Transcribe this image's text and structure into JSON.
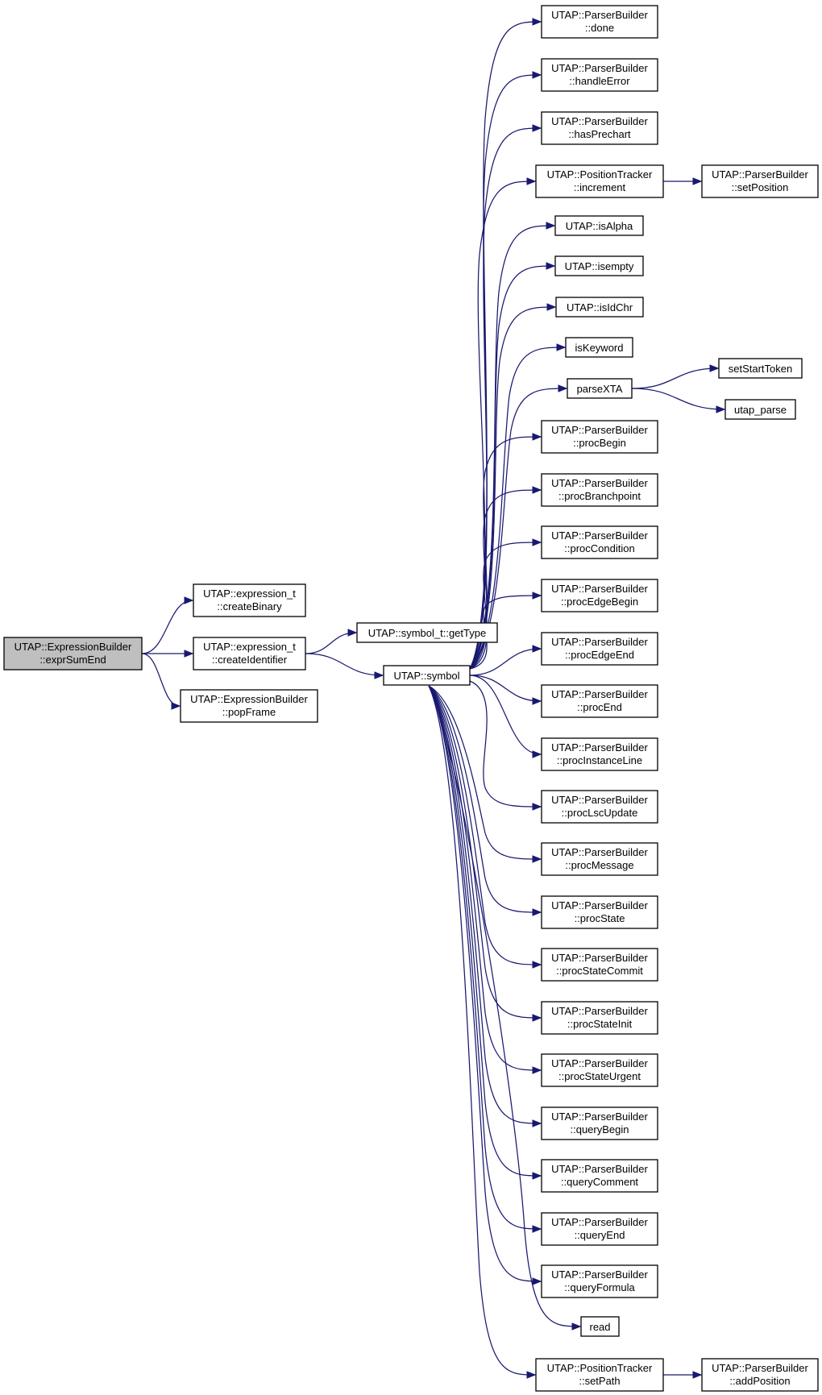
{
  "nodes": {
    "exprSumEnd": [
      "UTAP::ExpressionBuilder",
      "::exprSumEnd"
    ],
    "createBinary": [
      "UTAP::expression_t",
      "::createBinary"
    ],
    "createIdentifier": [
      "UTAP::expression_t",
      "::createIdentifier"
    ],
    "popFrame": [
      "UTAP::ExpressionBuilder",
      "::popFrame"
    ],
    "getType": [
      "UTAP::symbol_t::getType"
    ],
    "symbol": [
      "UTAP::symbol"
    ],
    "done": [
      "UTAP::ParserBuilder",
      "::done"
    ],
    "handleError": [
      "UTAP::ParserBuilder",
      "::handleError"
    ],
    "hasPrechart": [
      "UTAP::ParserBuilder",
      "::hasPrechart"
    ],
    "increment": [
      "UTAP::PositionTracker",
      "::increment"
    ],
    "setPosition": [
      "UTAP::ParserBuilder",
      "::setPosition"
    ],
    "isAlpha": [
      "UTAP::isAlpha"
    ],
    "isempty": [
      "UTAP::isempty"
    ],
    "isIdChr": [
      "UTAP::isIdChr"
    ],
    "isKeyword": [
      "isKeyword"
    ],
    "parseXTA": [
      "parseXTA"
    ],
    "setStartToken": [
      "setStartToken"
    ],
    "utap_parse": [
      "utap_parse"
    ],
    "procBegin": [
      "UTAP::ParserBuilder",
      "::procBegin"
    ],
    "procBranchpoint": [
      "UTAP::ParserBuilder",
      "::procBranchpoint"
    ],
    "procCondition": [
      "UTAP::ParserBuilder",
      "::procCondition"
    ],
    "procEdgeBegin": [
      "UTAP::ParserBuilder",
      "::procEdgeBegin"
    ],
    "procEdgeEnd": [
      "UTAP::ParserBuilder",
      "::procEdgeEnd"
    ],
    "procEnd": [
      "UTAP::ParserBuilder",
      "::procEnd"
    ],
    "procInstanceLine": [
      "UTAP::ParserBuilder",
      "::procInstanceLine"
    ],
    "procLscUpdate": [
      "UTAP::ParserBuilder",
      "::procLscUpdate"
    ],
    "procMessage": [
      "UTAP::ParserBuilder",
      "::procMessage"
    ],
    "procState": [
      "UTAP::ParserBuilder",
      "::procState"
    ],
    "procStateCommit": [
      "UTAP::ParserBuilder",
      "::procStateCommit"
    ],
    "procStateInit": [
      "UTAP::ParserBuilder",
      "::procStateInit"
    ],
    "procStateUrgent": [
      "UTAP::ParserBuilder",
      "::procStateUrgent"
    ],
    "queryBegin": [
      "UTAP::ParserBuilder",
      "::queryBegin"
    ],
    "queryComment": [
      "UTAP::ParserBuilder",
      "::queryComment"
    ],
    "queryEnd": [
      "UTAP::ParserBuilder",
      "::queryEnd"
    ],
    "queryFormula": [
      "UTAP::ParserBuilder",
      "::queryFormula"
    ],
    "read": [
      "read"
    ],
    "setPath": [
      "UTAP::PositionTracker",
      "::setPath"
    ],
    "addPosition": [
      "UTAP::ParserBuilder",
      "::addPosition"
    ]
  },
  "edges": [
    [
      "exprSumEnd",
      "createBinary"
    ],
    [
      "exprSumEnd",
      "createIdentifier"
    ],
    [
      "exprSumEnd",
      "popFrame"
    ],
    [
      "createIdentifier",
      "getType"
    ],
    [
      "createIdentifier",
      "symbol"
    ],
    [
      "symbol",
      "done"
    ],
    [
      "symbol",
      "handleError"
    ],
    [
      "symbol",
      "hasPrechart"
    ],
    [
      "symbol",
      "increment"
    ],
    [
      "symbol",
      "isAlpha"
    ],
    [
      "symbol",
      "isempty"
    ],
    [
      "symbol",
      "isIdChr"
    ],
    [
      "symbol",
      "isKeyword"
    ],
    [
      "symbol",
      "parseXTA"
    ],
    [
      "symbol",
      "procBegin"
    ],
    [
      "symbol",
      "procBranchpoint"
    ],
    [
      "symbol",
      "procCondition"
    ],
    [
      "symbol",
      "procEdgeBegin"
    ],
    [
      "symbol",
      "procEdgeEnd"
    ],
    [
      "symbol",
      "procEnd"
    ],
    [
      "symbol",
      "procInstanceLine"
    ],
    [
      "symbol",
      "procLscUpdate"
    ],
    [
      "symbol",
      "procMessage"
    ],
    [
      "symbol",
      "procState"
    ],
    [
      "symbol",
      "procStateCommit"
    ],
    [
      "symbol",
      "procStateInit"
    ],
    [
      "symbol",
      "procStateUrgent"
    ],
    [
      "symbol",
      "queryBegin"
    ],
    [
      "symbol",
      "queryComment"
    ],
    [
      "symbol",
      "queryEnd"
    ],
    [
      "symbol",
      "queryFormula"
    ],
    [
      "symbol",
      "read"
    ],
    [
      "symbol",
      "setPath"
    ],
    [
      "increment",
      "setPosition"
    ],
    [
      "parseXTA",
      "setStartToken"
    ],
    [
      "parseXTA",
      "utap_parse"
    ],
    [
      "setPath",
      "addPosition"
    ]
  ],
  "colors": {
    "edge": "#191970",
    "root_fill": "#bfbfbf",
    "node_fill": "#ffffff",
    "node_border": "#000000"
  }
}
